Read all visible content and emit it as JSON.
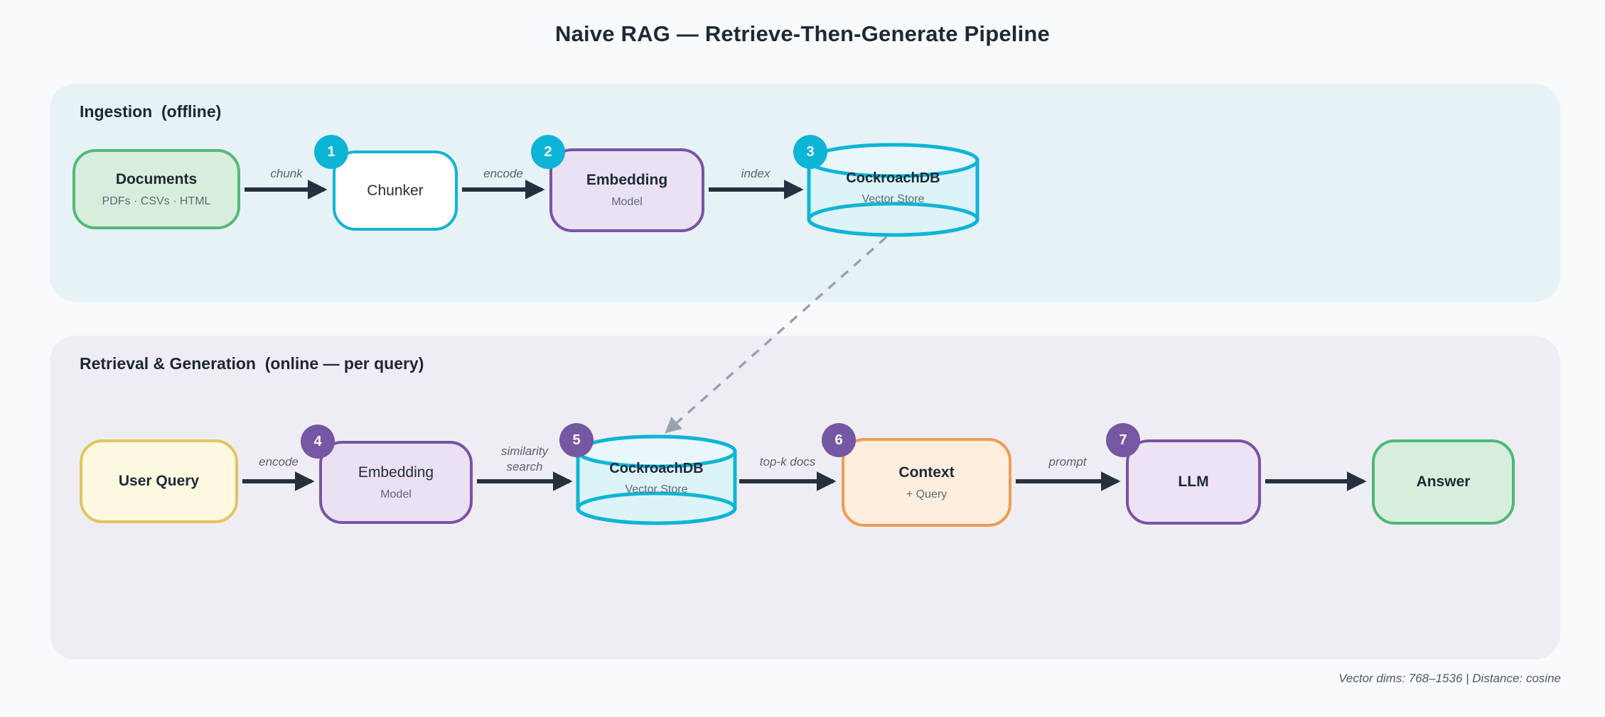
{
  "title": "Naive RAG — Retrieve-Then-Generate Pipeline",
  "panels": {
    "ingestion": {
      "header": "Ingestion  (offline)"
    },
    "retrieval": {
      "header": "Retrieval & Generation  (online — per query)"
    }
  },
  "nodes": {
    "documents": {
      "label": "Documents",
      "sublabel": "PDFs · CSVs · HTML"
    },
    "chunker": {
      "label": "Chunker",
      "badge": "1"
    },
    "embedding_offline": {
      "label": "Embedding",
      "sublabel": "Model",
      "badge": "2"
    },
    "vector_store_offline": {
      "label": "CockroachDB",
      "sublabel": "Vector Store",
      "badge": "3"
    },
    "user_query": {
      "label": "User Query"
    },
    "embedding_online": {
      "label": "Embedding",
      "sublabel": "Model",
      "badge": "4"
    },
    "vector_store_online": {
      "label": "CockroachDB",
      "sublabel": "Vector Store",
      "badge": "5"
    },
    "context": {
      "label": "Context",
      "sublabel": "+ Query",
      "badge": "6"
    },
    "llm": {
      "label": "LLM",
      "badge": "7"
    },
    "answer": {
      "label": "Answer"
    }
  },
  "edge_labels": {
    "chunk": "chunk",
    "encode_offline": "encode",
    "index": "index",
    "encode_online": "encode",
    "similarity_search": "similarity\nsearch",
    "top_k": "top-k docs",
    "prompt": "prompt"
  },
  "footer": "Vector dims: 768–1536  |  Distance: cosine",
  "colors": {
    "page_bg": "#f8fafc",
    "ingestion_panel_bg": "#e6f2f6",
    "retrieval_panel_bg": "#efedf4",
    "title_text": "#1e2936",
    "arrow": "#26303e",
    "dashed_link": "#9aa3ad",
    "badge_cyan": "#0cb4d6",
    "badge_purple": "#7557a3",
    "green_border": "#55b87a",
    "green_fill": "#d8eedc",
    "cyan_border": "#10b4d6",
    "cyan_fill": "#dcf3f8",
    "purple_border": "#7b52a5",
    "purple_fill": "#eae1f3",
    "yellow_border": "#e3c45f",
    "yellow_fill": "#fdf9e1",
    "orange_border": "#f09b55",
    "orange_fill": "#fdeedd"
  }
}
